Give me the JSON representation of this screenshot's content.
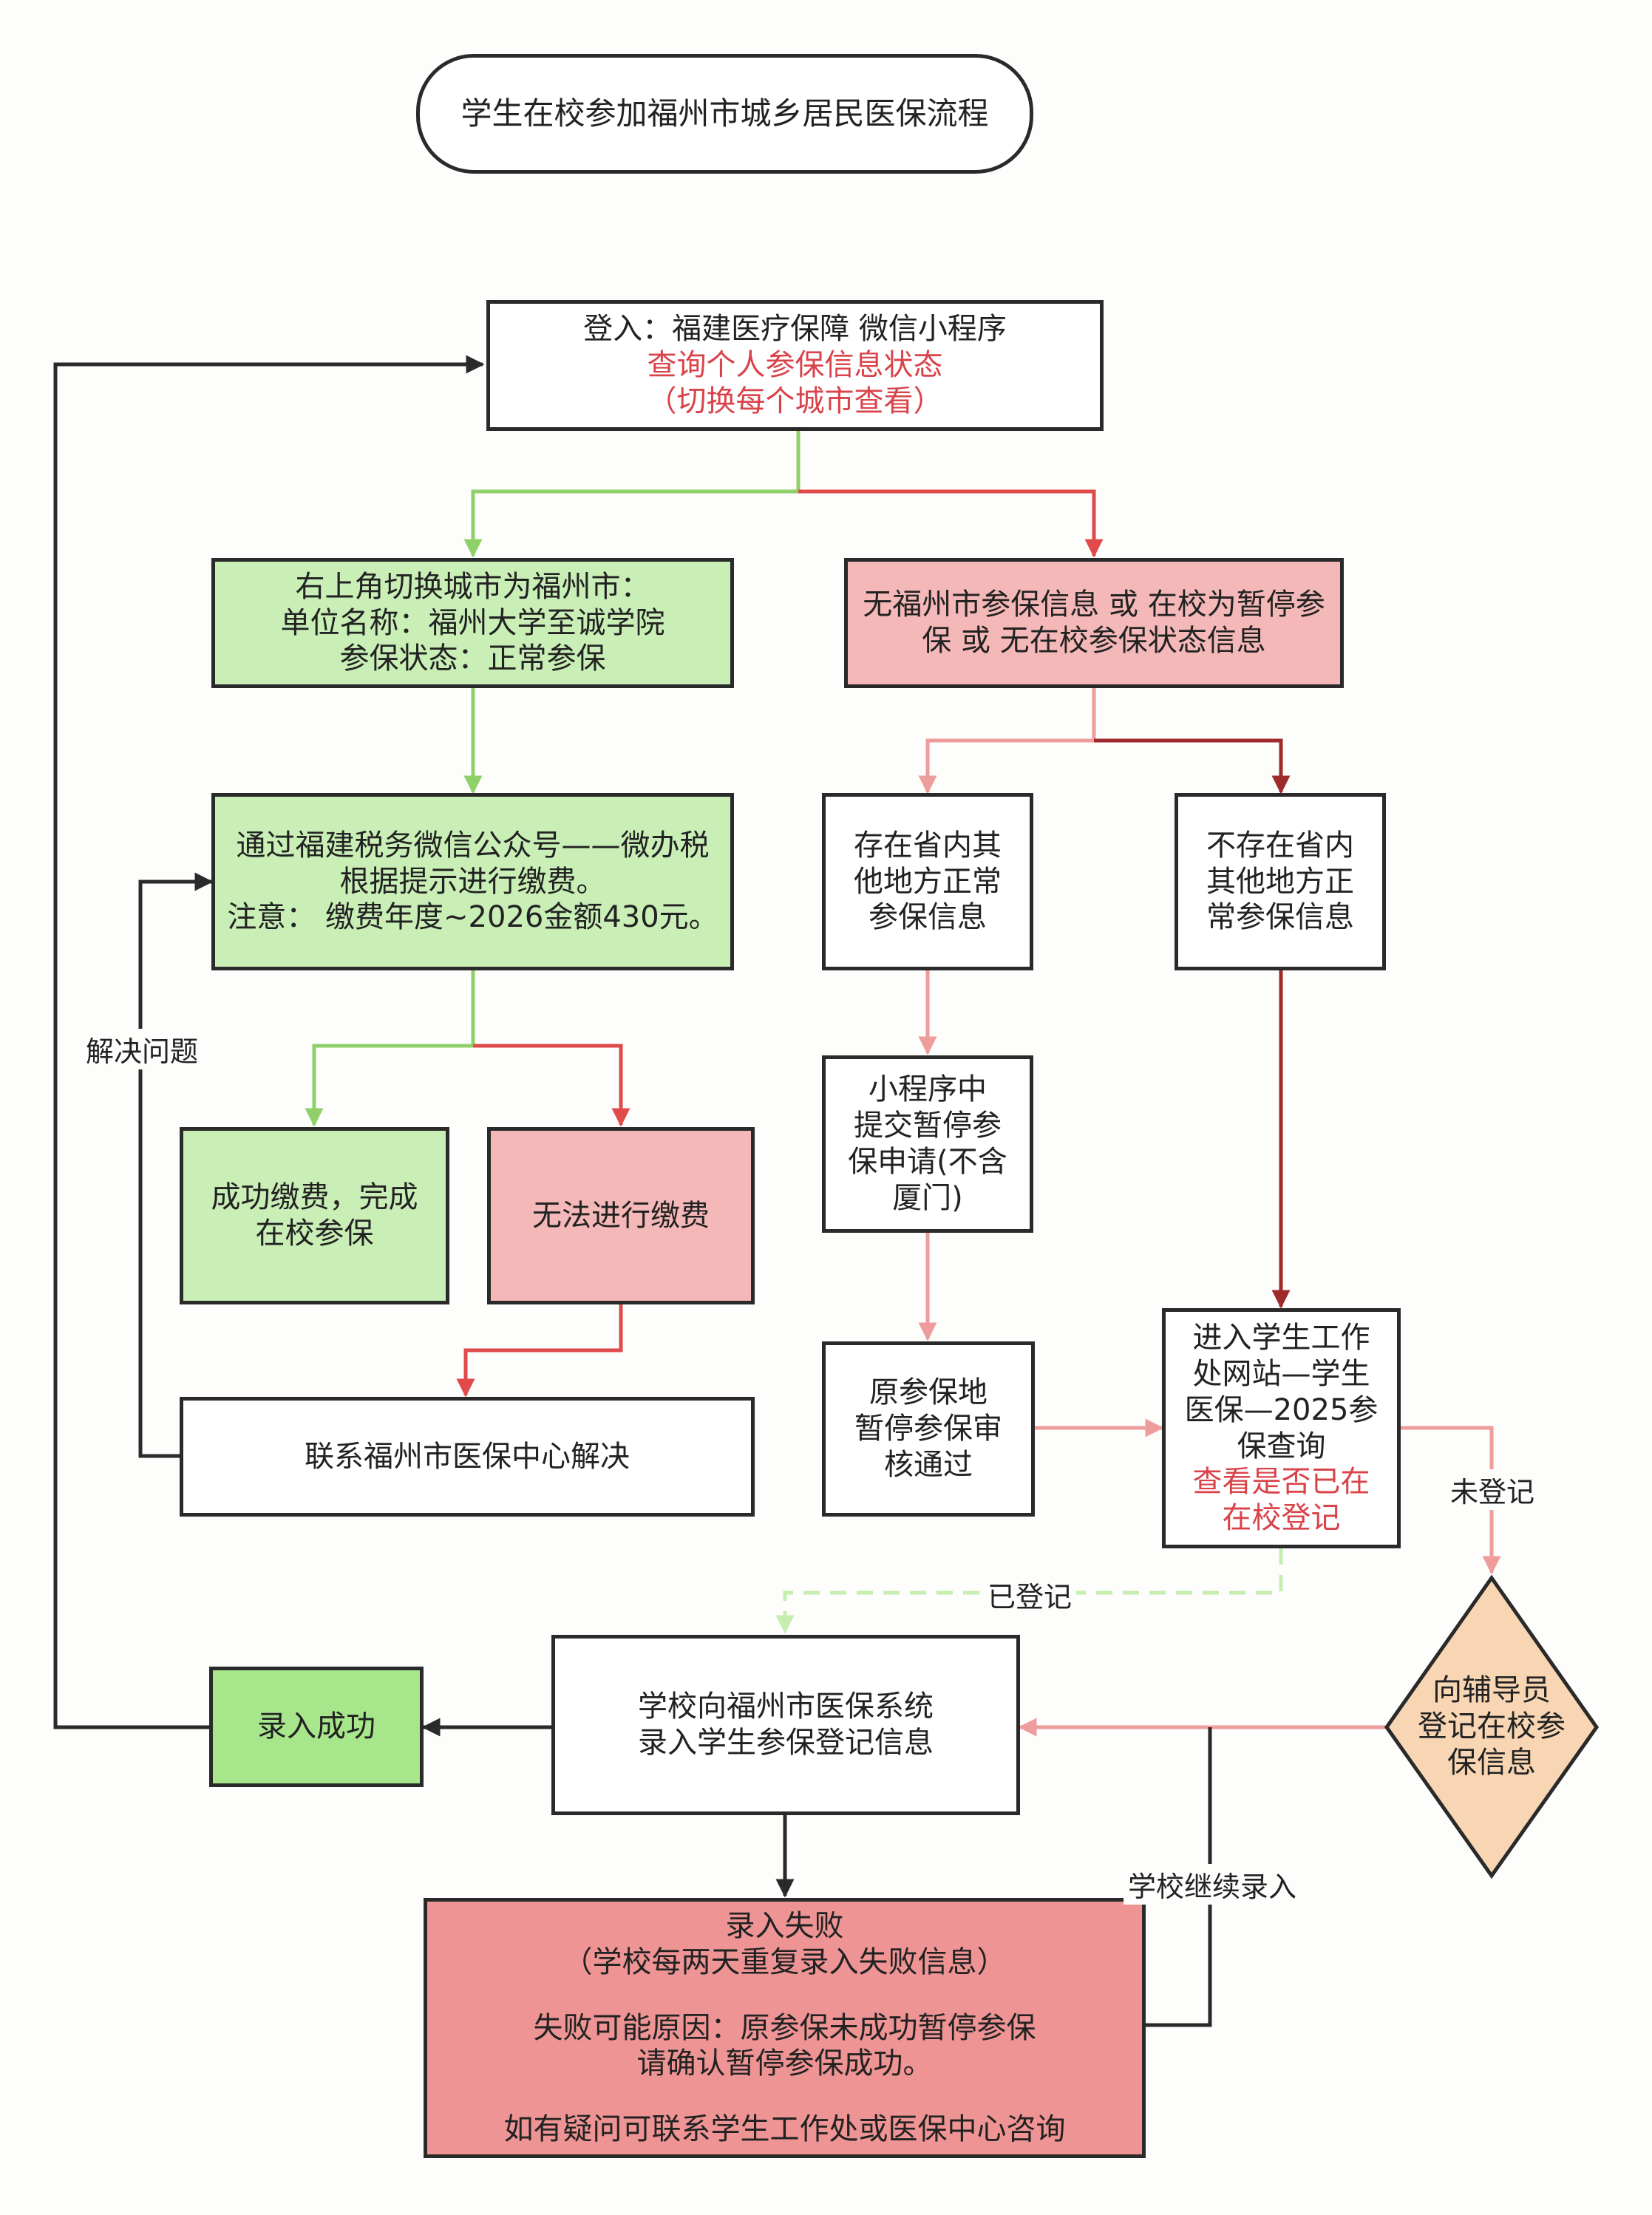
{
  "title": "学生在校参加福州市城乡居民医保流程",
  "colors": {
    "green_fill": "#c9efb7",
    "bright_green_fill": "#a8e68c",
    "pink_fill": "#f4b8b8",
    "red_fill": "#ef9494",
    "diamond_fill": "#f8d6b4",
    "highlight_text": "#d9434a",
    "arrow_green": "#8fd068",
    "arrow_red": "#e04a4a",
    "arrow_light_red": "#ee9c9c",
    "arrow_dark_red": "#9e2a2a",
    "arrow_black": "#2a2a2a"
  },
  "nodes": {
    "login": {
      "line1": "登入：福建医疗保障 微信小程序",
      "line2": "查询个人参保信息状态",
      "line3": "（切换每个城市查看）"
    },
    "fuzhou_ok": {
      "line1": "右上角切换城市为福州市：",
      "line2": "单位名称：福州大学至诚学院",
      "line3": "参保状态：正常参保"
    },
    "no_info": {
      "line1": "无福州市参保信息 或 在校为暂停参",
      "line2": "保 或 无在校参保状态信息"
    },
    "pay": {
      "line1": "通过福建税务微信公众号——微办税",
      "line2": "根据提示进行缴费。",
      "line3": "注意： 缴费年度~2026金额430元。"
    },
    "in_province": {
      "line1": "存在省内其",
      "line2": "他地方正常",
      "line3": "参保信息"
    },
    "not_in_province": {
      "line1": "不存在省内",
      "line2": "其他地方正",
      "line3": "常参保信息"
    },
    "pay_success": {
      "line1": "成功缴费，完成",
      "line2": "在校参保"
    },
    "pay_fail": {
      "line1": "无法进行缴费"
    },
    "mini_suspend": {
      "line1": "小程序中",
      "line2": "提交暂停参",
      "line3": "保申请(不含",
      "line4": "厦门)"
    },
    "contact_center": {
      "line1": "联系福州市医保中心解决"
    },
    "approved": {
      "line1": "原参保地",
      "line2": "暂停参保审",
      "line3": "核通过"
    },
    "website": {
      "line1": "进入学生工作",
      "line2": "处网站—学生",
      "line3": "医保—2025参",
      "line4": "保查询",
      "line5": "查看是否已在",
      "line6": "在校登记"
    },
    "counselor": {
      "line1": "向辅导员",
      "line2": "登记在校参",
      "line3": "保信息"
    },
    "school_entry": {
      "line1": "学校向福州市医保系统",
      "line2": "录入学生参保登记信息"
    },
    "entry_success": {
      "line1": "录入成功"
    },
    "entry_fail": {
      "line1": "录入失败",
      "line2": "（学校每两天重复录入失败信息）",
      "line3": "失败可能原因：原参保未成功暂停参保",
      "line4": "请确认暂停参保成功。",
      "line5": "如有疑问可联系学生工作处或医保中心咨询"
    }
  },
  "edge_labels": {
    "resolve": "解决问题",
    "not_registered": "未登记",
    "registered": "已登记",
    "continue_entry": "学校继续录入"
  }
}
